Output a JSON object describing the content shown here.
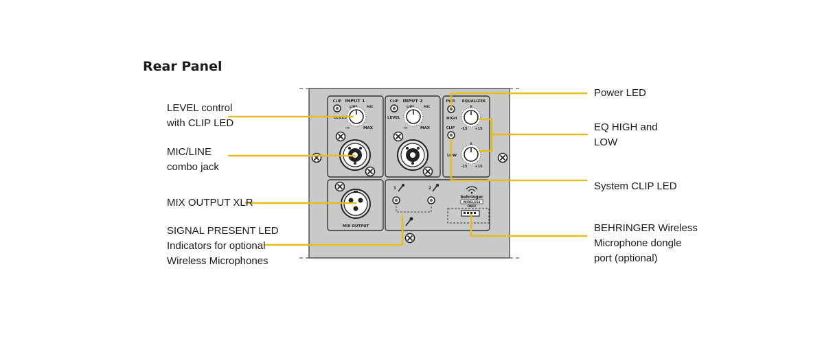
{
  "page": {
    "title": "Rear Panel"
  },
  "panel": {
    "input1_label": "INPUT 1",
    "input2_label": "INPUT 2",
    "clip_label": "CLIP",
    "level_label": "LEVEL",
    "line_label": "LINE",
    "mic_label": "MIC",
    "min_label": "-∞",
    "max_label": "MAX",
    "pwr_label": "PWR",
    "equalizer_label": "EQUALIZER",
    "high_label": "HIGH",
    "low_label": "LOW",
    "eq_min": "-15",
    "eq_max": "+15",
    "eq_zero": "0",
    "mix_output_label": "MIX OUTPUT",
    "mic1_num": "1",
    "mic2_num": "2",
    "brand_label": "behringer",
    "wireless_label": "WIRELESS",
    "only_label": "ONLY"
  },
  "callouts": {
    "level": [
      "LEVEL control",
      "with CLIP LED"
    ],
    "combo": [
      "MIC/LINE",
      "combo jack"
    ],
    "mixout": [
      "MIX OUTPUT XLR"
    ],
    "signal": [
      "SIGNAL PRESENT LED",
      "Indicators for optional",
      "Wireless Microphones"
    ],
    "power": [
      "Power LED"
    ],
    "eq": [
      "EQ HIGH and",
      "LOW"
    ],
    "sysclip": [
      "System CLIP LED"
    ],
    "dongle": [
      "BEHRINGER Wireless",
      "Microphone dongle",
      "port (optional)"
    ]
  },
  "colors": {
    "leader": "#e6bd20",
    "panel": "#c8c8c8",
    "panel_edge": "#555555"
  },
  "icons": {
    "screw": "screw-icon",
    "knob": "knob-icon",
    "led": "led-icon",
    "xlr": "xlr-jack-icon",
    "combo": "combo-jack-icon",
    "microphone": "microphone-icon",
    "wireless": "wireless-icon"
  }
}
